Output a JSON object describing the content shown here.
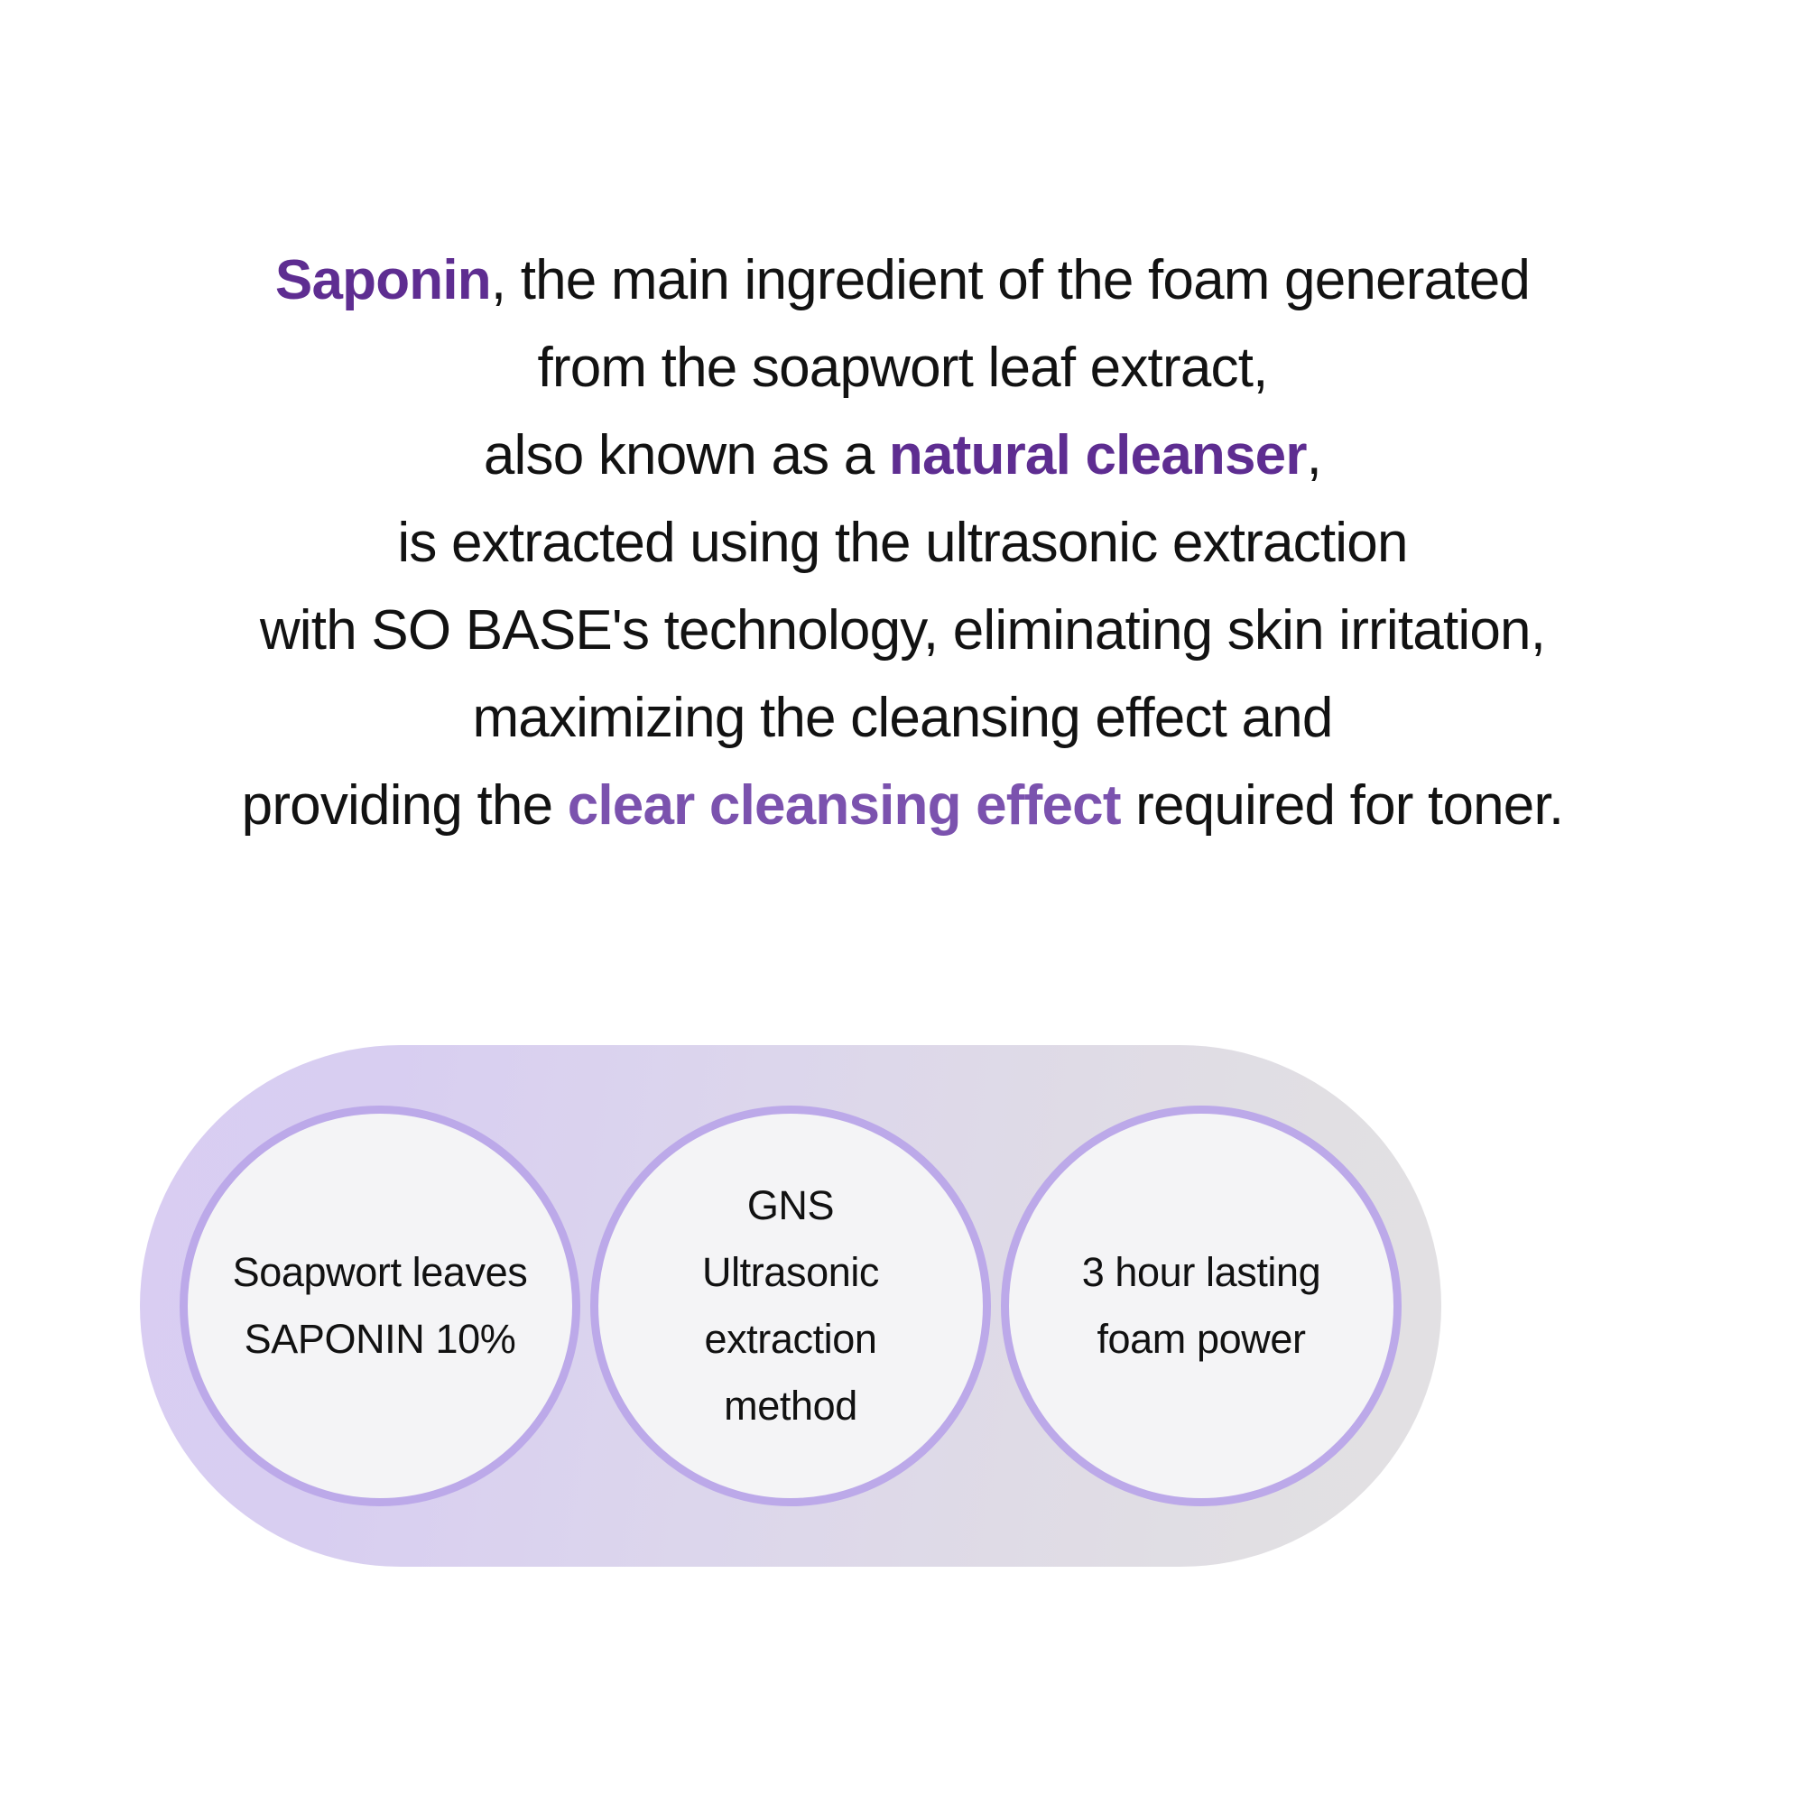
{
  "paragraph": {
    "lines": [
      {
        "segments": [
          {
            "text": "Saponin",
            "style": "deep-bold"
          },
          {
            "text": ", the main ingredient of the foam generated",
            "style": "plain"
          }
        ]
      },
      {
        "segments": [
          {
            "text": "from the soapwort leaf extract,",
            "style": "plain"
          }
        ]
      },
      {
        "segments": [
          {
            "text": "also known as a ",
            "style": "plain"
          },
          {
            "text": "natural cleanser",
            "style": "deep-bold"
          },
          {
            "text": ",",
            "style": "plain"
          }
        ]
      },
      {
        "segments": [
          {
            "text": "is extracted using the ultrasonic extraction",
            "style": "plain"
          }
        ]
      },
      {
        "segments": [
          {
            "text": "with SO BASE's technology, eliminating skin irritation,",
            "style": "plain"
          }
        ]
      },
      {
        "segments": [
          {
            "text": "maximizing the cleansing effect and",
            "style": "plain"
          }
        ]
      },
      {
        "segments": [
          {
            "text": "providing the ",
            "style": "plain"
          },
          {
            "text": "clear cleansing effect",
            "style": "soft-bold"
          },
          {
            "text": " required for toner.",
            "style": "plain"
          }
        ]
      }
    ],
    "line_texts": [
      "Saponin, the main ingredient of the foam generated",
      "from the soapwort leaf extract,",
      "also known as a natural cleanser,",
      "is extracted using the ultrasonic extraction",
      "with SO BASE's technology, eliminating skin irritation,",
      "maximizing the cleansing effect and",
      "providing the clear cleansing effect required for toner."
    ]
  },
  "features": {
    "items": [
      {
        "id": "soapwort-saponin",
        "text": "Soapwort leaves\nSAPONIN 10%"
      },
      {
        "id": "gns-ultrasonic",
        "text": "GNS\nUltrasonic\nextraction\nmethod"
      },
      {
        "id": "foam-power",
        "text": "3 hour lasting\nfoam power"
      }
    ]
  },
  "colors": {
    "page_background": "#FFFFFF",
    "body_text": "#121212",
    "accent_deep_purple": "#5E2D91",
    "accent_soft_purple": "#7B52AE",
    "capsule_gradient_start": "#D9CDF2",
    "capsule_gradient_end": "#E2E1E3",
    "circle_border": "#BCA9E9",
    "circle_fill": "#F4F4F6"
  }
}
